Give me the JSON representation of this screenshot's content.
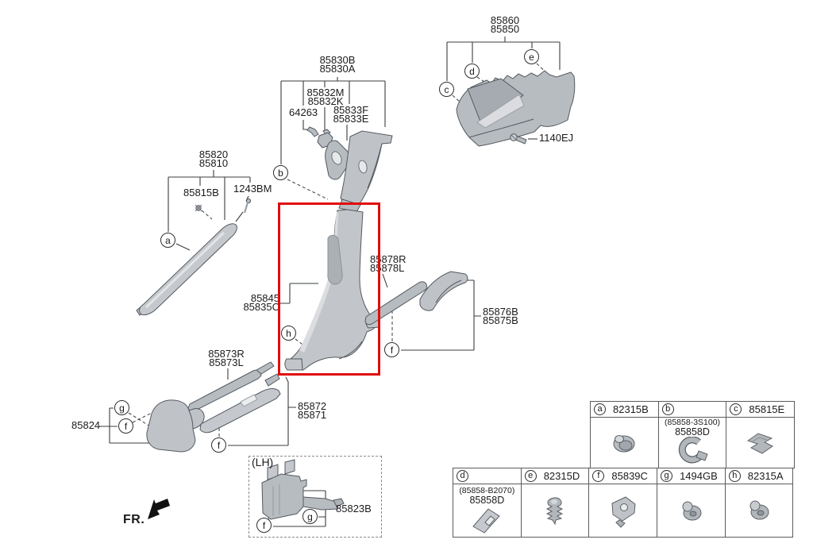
{
  "diagram": {
    "fr_label": "FR.",
    "lh_label": "(LH)",
    "labels": {
      "g85860": [
        "85860",
        "85850"
      ],
      "p1140EJ": "1140EJ",
      "g85830": [
        "85830B",
        "85830A"
      ],
      "g85832": [
        "85832M",
        "85832K"
      ],
      "p64263": "64263",
      "g85833": [
        "85833F",
        "85833E"
      ],
      "g85820": [
        "85820",
        "85810"
      ],
      "p85815B": "85815B",
      "p1243BM": "1243BM",
      "g85845": [
        "85845",
        "85835C"
      ],
      "g85878": [
        "85878R",
        "85878L"
      ],
      "g85876": [
        "85876B",
        "85875B"
      ],
      "g85873": [
        "85873R",
        "85873L"
      ],
      "g85872": [
        "85872",
        "85871"
      ],
      "p85824": "85824",
      "p85823B": "85823B"
    },
    "callouts": {
      "a": "a",
      "b": "b",
      "c": "c",
      "d": "d",
      "e": "e",
      "f": "f",
      "g": "g",
      "h": "h"
    },
    "highlight_color": "#e10d0d"
  },
  "legend": {
    "row1": [
      {
        "letter": "a",
        "code": "82315B",
        "icon": "grommet-rivet"
      },
      {
        "letter": "b",
        "code_paren": "(85858-3S100)",
        "code": "85858D",
        "icon": "clamp-clip"
      },
      {
        "letter": "c",
        "code": "85815E",
        "icon": "s-clip"
      }
    ],
    "row2": [
      {
        "letter": "d",
        "code_paren": "(85858-B2070)",
        "code": "85858D",
        "icon": "flat-plate-clip"
      },
      {
        "letter": "e",
        "code": "82315D",
        "icon": "tree-clip"
      },
      {
        "letter": "f",
        "code": "85839C",
        "icon": "bracket-clip"
      },
      {
        "letter": "g",
        "code": "1494GB",
        "icon": "push-rivet"
      },
      {
        "letter": "h",
        "code": "82315A",
        "icon": "push-rivet"
      }
    ]
  }
}
